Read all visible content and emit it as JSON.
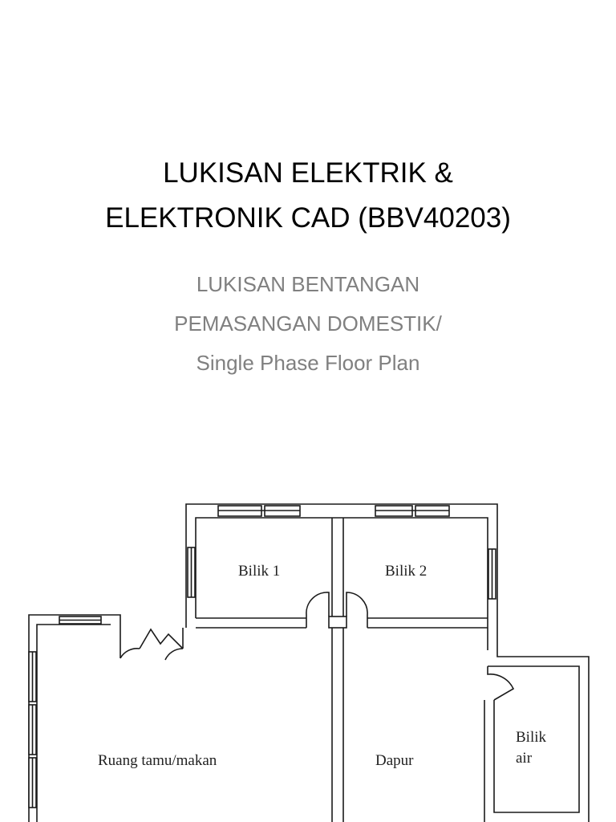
{
  "slide": {
    "title_line1": "LUKISAN ELEKTRIK &",
    "title_line2": "ELEKTRONIK CAD (BBV40203)",
    "subtitle_line1": "LUKISAN BENTANGAN",
    "subtitle_line2": "PEMASANGAN DOMESTIK/",
    "subtitle_line3": "Single Phase Floor Plan"
  },
  "floor_plan": {
    "rooms": {
      "bilik1": "Bilik 1",
      "bilik2": "Bilik 2",
      "ruang_tamu": "Ruang tamu/makan",
      "dapur": "Dapur",
      "bilik_air_line1": "Bilik",
      "bilik_air_line2": "air"
    }
  }
}
